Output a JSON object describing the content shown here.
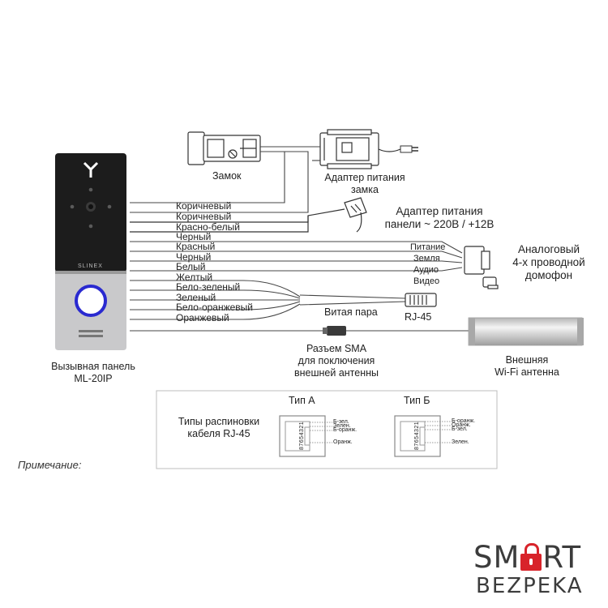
{
  "components": {
    "lock": "Замок",
    "lock_adapter": [
      "Адаптер питания",
      "замка"
    ],
    "panel_adapter": [
      "Адаптер питания",
      "панели ~ 220В / +12В"
    ],
    "analog_intercom": [
      "Аналоговый",
      "4-х проводной",
      "домофон"
    ],
    "twisted_pair": "Витая пара",
    "rj45": "RJ-45",
    "sma": [
      "Разъем SMA",
      "для поключения",
      "внешней антенны"
    ],
    "wifi_antenna": [
      "Внешняя",
      "Wi-Fi антенна"
    ],
    "panel_caption": [
      "Вызывная панель",
      "ML-20IP"
    ],
    "panel_brand": "SLINEX"
  },
  "wires": [
    "Коричневый",
    "Коричневый",
    "Красно-белый",
    "Черный",
    "Красный",
    "Черный",
    "Белый",
    "Желтый",
    "Бело-зеленый",
    "Зеленый",
    "Бело-оранжевый",
    "Оранжевый"
  ],
  "intercom_signals": [
    "Питание",
    "Земля",
    "Аудио",
    "Видео"
  ],
  "pinout": {
    "title": [
      "Типы распиновки",
      "кабеля RJ-45"
    ],
    "type_a": {
      "label": "Тип А",
      "pins": "87654321",
      "colors": [
        "Б-зел.",
        "Зелен.",
        "Б-оранж.",
        "Оранж."
      ]
    },
    "type_b": {
      "label": "Тип Б",
      "pins": "87654321",
      "colors": [
        "Б-оранж.",
        "Оранж.",
        "Б-зел.",
        "Зелен."
      ]
    }
  },
  "note": "Примечание:",
  "logo": {
    "top": "SMART",
    "bottom": "BEZPEKA"
  },
  "colors": {
    "panel_black": "#1c1c1c",
    "panel_silver": "#c9c9cb",
    "button_ring": "#2a2ad0",
    "logo_red": "#d8232a"
  }
}
